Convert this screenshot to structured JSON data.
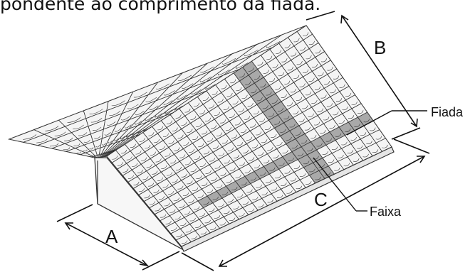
{
  "caption": "pondente ao comprimento da fiada.",
  "labels": {
    "a": "A",
    "b": "B",
    "c": "C",
    "fiada": "Fiada",
    "faixa": "Faixa"
  },
  "colors": {
    "tile": "#f4f4f4",
    "tile_shaded": "#a9a9a9",
    "outline": "#333333"
  }
}
